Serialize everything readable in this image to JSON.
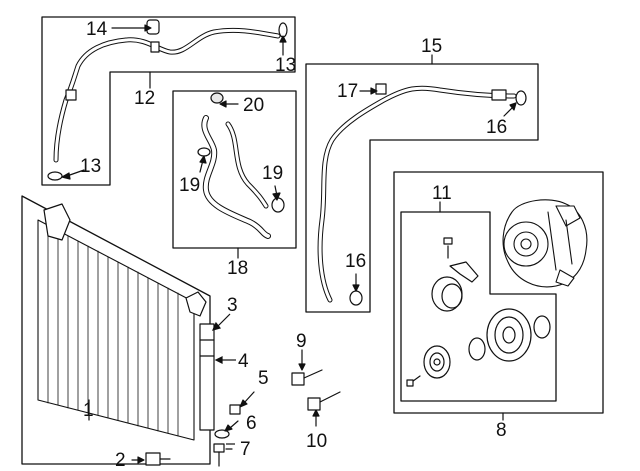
{
  "callouts": {
    "c1": "1",
    "c2": "2",
    "c3": "3",
    "c4": "4",
    "c5": "5",
    "c6": "6",
    "c7": "7",
    "c8": "8",
    "c9": "9",
    "c10": "10",
    "c11": "11",
    "c12": "12",
    "c13a": "13",
    "c13b": "13",
    "c14": "14",
    "c15": "15",
    "c16a": "16",
    "c16b": "16",
    "c17": "17",
    "c18": "18",
    "c19a": "19",
    "c19b": "19",
    "c20": "20"
  },
  "colors": {
    "line": "#111111",
    "background": "#ffffff",
    "fill_light": "#e8e8e8"
  }
}
